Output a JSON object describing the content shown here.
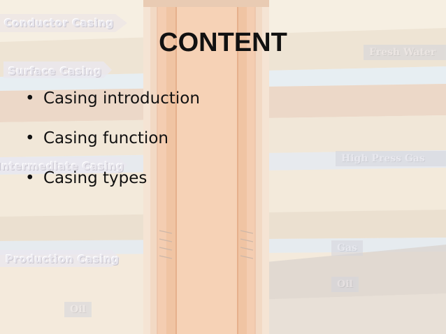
{
  "slide": {
    "title": "CONTENT",
    "bullets": [
      "Casing introduction",
      "Casing function",
      "Casing types"
    ]
  },
  "background_labels": {
    "conductor_casing": "Conductor Casing",
    "surface_casing": "Surface Casing",
    "intermediate_casing": "Intermediate Casing",
    "production_casing": "Production Casing",
    "oil_bottom": "Oil",
    "fresh_water": "Fresh Water",
    "high_press_gas": "High Press Gas",
    "gas": "Gas",
    "oil_right": "Oil"
  },
  "colors": {
    "title": "#111111",
    "background": "#f6efe2",
    "casing": "#f4cdb1"
  }
}
